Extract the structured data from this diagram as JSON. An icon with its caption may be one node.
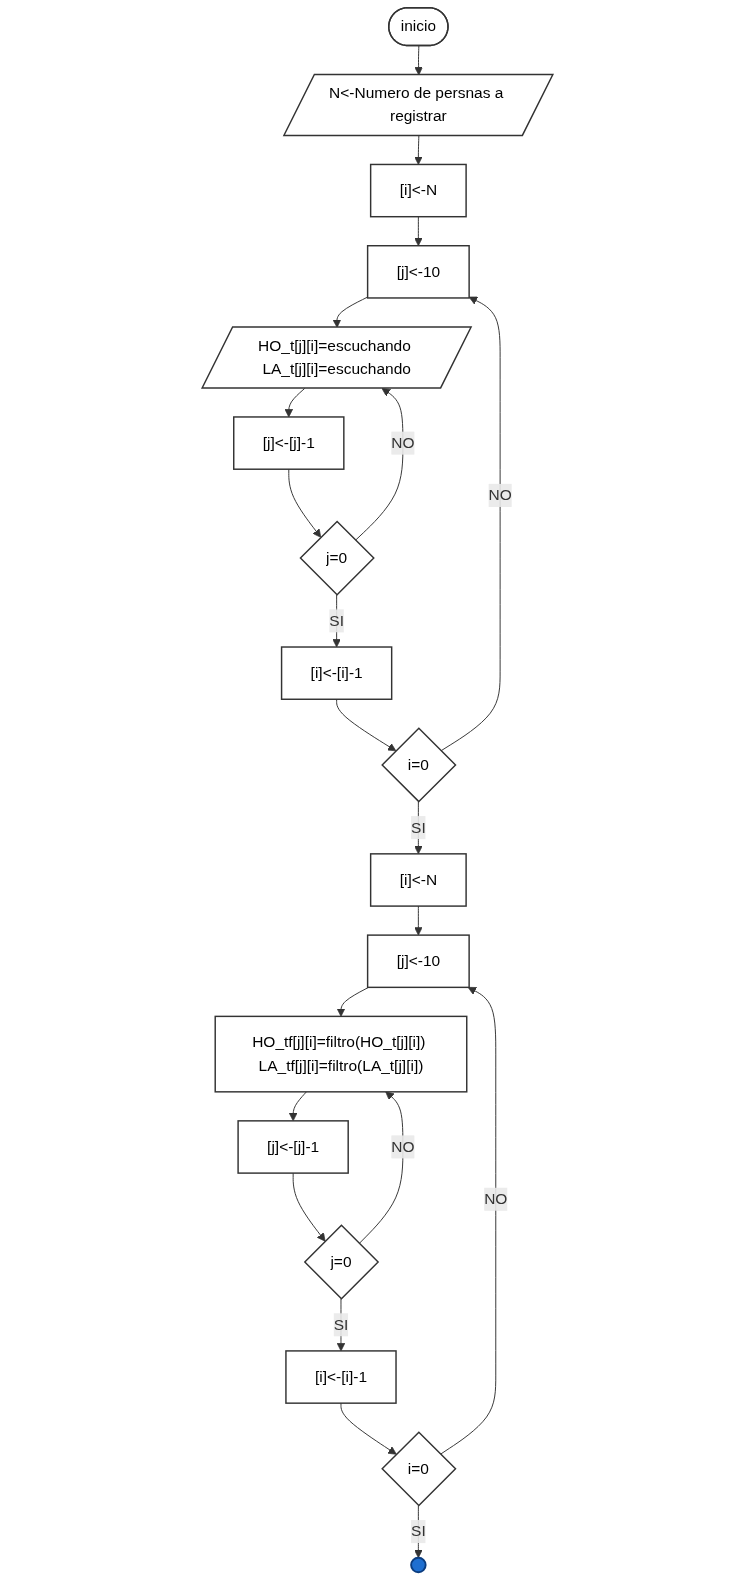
{
  "diagram": {
    "nodes": [
      {
        "text": [
          "inicio"
        ]
      },
      {
        "text": [
          "N<-Numero de persnas a registrar"
        ]
      },
      {
        "text": [
          "[i]<-N"
        ]
      },
      {
        "text": [
          "[j]<-10"
        ]
      },
      {
        "text": [
          "HO_t[j][i]=escuchando LA_t[j][i]=escuchando"
        ]
      },
      {
        "text": [
          "[j]<-[j]-1"
        ]
      },
      {
        "text": [
          "j=0"
        ]
      },
      {
        "text": [
          "[i]<-[i]-1"
        ]
      },
      {
        "text": [
          "i=0"
        ]
      },
      {
        "text": [
          "[i]<-N"
        ]
      },
      {
        "text": [
          "[j]<-10"
        ]
      },
      {
        "text": [
          "HO_tf[j][i]=filtro(HO_t[j][i]) LA_tf[j][i]=filtro(LA_t[j][i])"
        ]
      },
      {
        "text": [
          "[j]<-[j]-1"
        ]
      },
      {
        "text": [
          "j=0"
        ]
      },
      {
        "text": [
          "[i]<-[i]-1"
        ]
      },
      {
        "text": [
          "i=0"
        ]
      },
      {
        "text": [],
        "shape": "circle"
      }
    ],
    "edges": [
      {
        "from": 0,
        "to": 1,
        "arrow": "to"
      },
      {
        "from": 1,
        "to": 2,
        "arrow": "to"
      },
      {
        "from": 2,
        "to": 3,
        "arrow": "to"
      },
      {
        "from": 3,
        "to": 4,
        "arrow": "to"
      },
      {
        "from": 4,
        "to": 5,
        "arrow": "to"
      },
      {
        "from": 5,
        "to": 6,
        "arrow": "to"
      },
      {
        "from": 6,
        "to": 4,
        "arrow": "to",
        "label": "NO"
      },
      {
        "from": 6,
        "to": 7,
        "arrow": "to",
        "label": "SI"
      },
      {
        "from": 7,
        "to": 8,
        "arrow": "to"
      },
      {
        "from": 8,
        "to": 3,
        "arrow": "to",
        "label": "NO"
      },
      {
        "from": 8,
        "to": 9,
        "arrow": "to",
        "label": "SI"
      },
      {
        "from": 9,
        "to": 10,
        "arrow": "to"
      },
      {
        "from": 10,
        "to": 11,
        "arrow": "to"
      },
      {
        "from": 11,
        "to": 12,
        "arrow": "to"
      },
      {
        "from": 12,
        "to": 13,
        "arrow": "to"
      },
      {
        "from": 13,
        "to": 11,
        "arrow": "to",
        "label": "NO"
      },
      {
        "from": 13,
        "to": 14,
        "arrow": "to",
        "label": "SI"
      },
      {
        "from": 14,
        "to": 15,
        "arrow": "to"
      },
      {
        "from": 15,
        "to": 10,
        "arrow": "to",
        "label": "NO"
      },
      {
        "from": 15,
        "to": 16,
        "arrow": "to",
        "label": "SI"
      }
    ]
  }
}
